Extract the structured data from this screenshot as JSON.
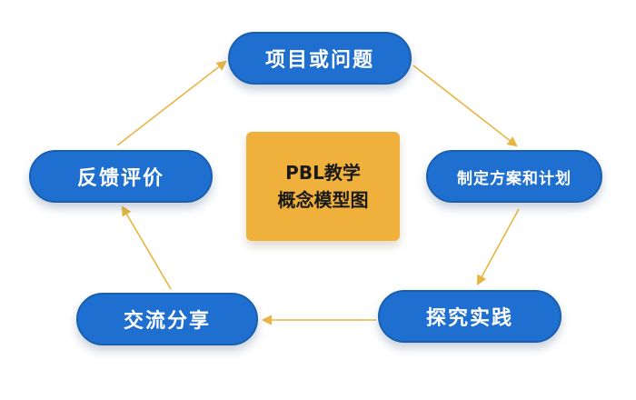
{
  "colors": {
    "node_fill": "#1f6fd1",
    "node_border": "#1a5fae",
    "center_fill": "#f0b13c",
    "arrow": "#e8b640"
  },
  "center": {
    "line1": "PBL教学",
    "line2": "概念模型图"
  },
  "nodes": {
    "top": "项目或问题",
    "right": "制定方案和计划",
    "bottom_right": "探究实践",
    "bottom_left": "交流分享",
    "left": "反馈评价"
  }
}
